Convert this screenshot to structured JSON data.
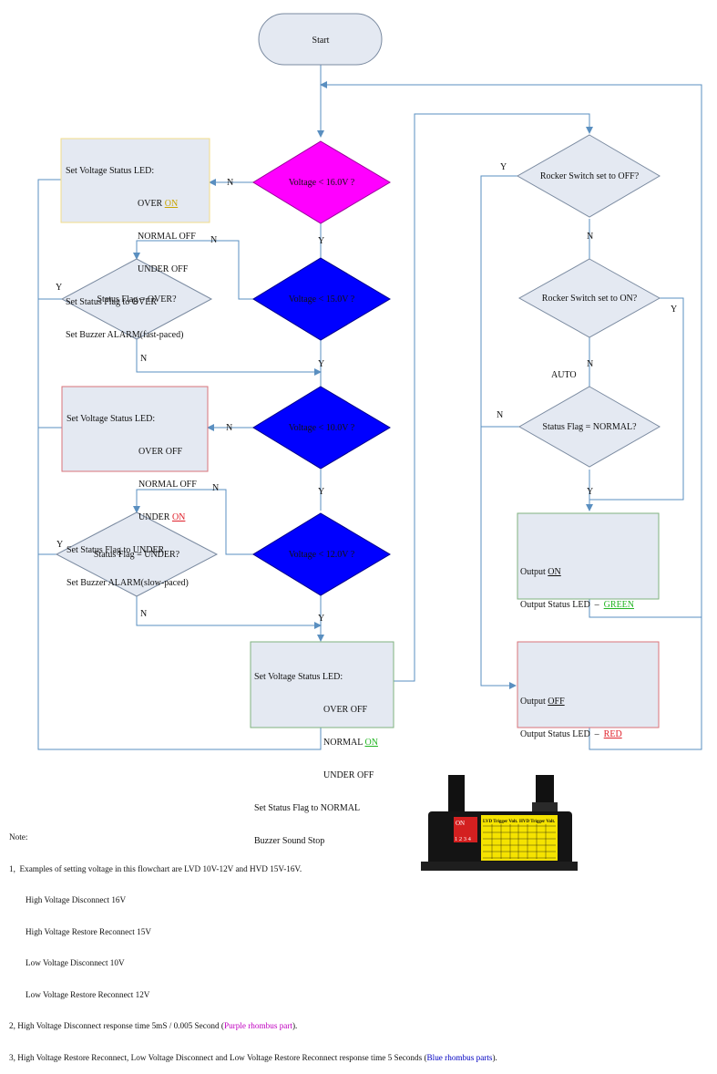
{
  "start": "Start",
  "labels": {
    "yes": "Y",
    "no": "N",
    "auto": "AUTO"
  },
  "decisions": {
    "d1": "Voltage < 16.0V ?",
    "d2": "Voltage < 15.0V ?",
    "d3": "Voltage < 10.0V ?",
    "d4": "Voltage < 12.0V ?",
    "flag_over": "Status Flag = OVER?",
    "flag_under": "Status Flag = UNDER?",
    "rocker_off": "Rocker Switch set to OFF?",
    "rocker_on": "Rocker Switch set to ON?",
    "flag_normal": "Status Flag = NORMAL?"
  },
  "box_over": {
    "l1": "Set Voltage Status LED:",
    "l2a": "OVER ",
    "l2b": "ON",
    "l3": "NORMAL OFF",
    "l4": "UNDER OFF",
    "l5": "Set Status Flag to OVER",
    "l6": "Set Buzzer ALARM(fast-paced)"
  },
  "box_under": {
    "l1": "Set Voltage Status LED:",
    "l2": "OVER OFF",
    "l3": "NORMAL OFF",
    "l4a": "UNDER ",
    "l4b": "ON",
    "l5": "Set Status Flag to UNDER",
    "l6": "Set Buzzer ALARM(slow-paced)"
  },
  "box_normal": {
    "l1": "Set Voltage Status LED:",
    "l2": "OVER OFF",
    "l3a": "NORMAL ",
    "l3b": "ON",
    "l4": "UNDER OFF",
    "l5": "Set Status Flag to NORMAL",
    "l6": "Buzzer Sound Stop"
  },
  "box_out_on": {
    "l1a": "Output ",
    "l1b": "ON",
    "l2a": "Output Status LED  –  ",
    "l2b": "GREEN"
  },
  "box_out_off": {
    "l1a": "Output ",
    "l1b": "OFF",
    "l2a": "Output Status LED  –  ",
    "l2b": "RED"
  },
  "note": {
    "title": "Note:",
    "n1": "1,  Examples of setting voltage in this flowchart are LVD 10V-12V and HVD 15V-16V.",
    "n1a": "High Voltage Disconnect 16V",
    "n1b": "High Voltage Restore Reconnect 15V",
    "n1c": "Low Voltage Disconnect 10V",
    "n1d": "Low Voltage Restore Reconnect 12V",
    "n2a": "2, High Voltage Disconnect response time 5mS / 0.005 Second (",
    "n2b": "Purple rhombus part",
    "n2c": ").",
    "n3a": "3, High Voltage Restore Reconnect, Low Voltage Disconnect and Low Voltage Restore Reconnect response time 5 Seconds (",
    "n3b": "Blue rhombus parts",
    "n3c": ")."
  },
  "device": {
    "switch_on": "ON",
    "switch_nums": "1 2 3 4",
    "lvd": "LVD Trigger Volt.",
    "hvd": "HVD Trigger Volt."
  },
  "colors": {
    "line": "#5a8fc0",
    "diamond_fill": "#e4e9f2",
    "purple": "#ff00ff",
    "blue": "#0000ff",
    "box_yellow": "#f2dc8a",
    "box_red": "#d9737a",
    "box_green": "#7fb27f"
  }
}
